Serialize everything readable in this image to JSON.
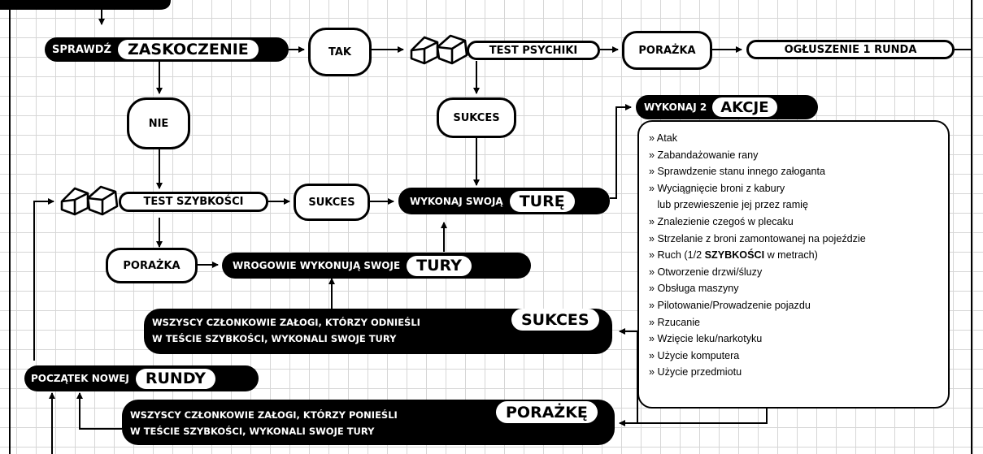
{
  "colors": {
    "ink": "#000000",
    "paper": "#ffffff",
    "grid": "#d6d6d6"
  },
  "top": {
    "check_label": "SPRAWDŹ",
    "surprise": "ZASKOCZENIE",
    "yes": "TAK",
    "no": "NIE",
    "psyche_test": "TEST PSYCHIKI",
    "psyche_fail": "PORAŻKA",
    "stun": "OGŁUSZENIE 1 RUNDA",
    "psyche_success": "SUKCES"
  },
  "middle": {
    "speed_test": "TEST SZYBKOŚCI",
    "speed_success": "SUKCES",
    "take_turn_label": "WYKONAJ SWOJĄ",
    "take_turn_word": "TURĘ",
    "speed_fail": "PORAŻKA",
    "enemies_label": "WROGOWIE WYKONUJĄ SWOJE",
    "enemies_word": "TURY",
    "crew_success_line1": "WSZYSCY CZŁONKOWIE ZAŁOGI, KTÓRZY ODNIEŚLI",
    "crew_success_line2": "W TEŚCIE SZYBKOŚCI, WYKONALI SWOJE TURY",
    "crew_success_word": "SUKCES",
    "new_round_label": "POCZĄTEK NOWEJ",
    "new_round_word": "RUNDY",
    "crew_fail_line1": "WSZYSCY CZŁONKOWIE ZAŁOGI, KTÓRZY PONIEŚLI",
    "crew_fail_line2": "W TEŚCIE SZYBKOŚCI, WYKONALI SWOJE TURY",
    "crew_fail_word": "PORAŻKĘ"
  },
  "actions": {
    "header_label": "WYKONAJ 2",
    "header_word": "AKCJE",
    "items": [
      "» Atak",
      "» Zabandażowanie rany",
      "» Sprawdzenie stanu innego załoganta",
      "» Wyciągnięcie broni z kabury",
      "   lub przewieszenie jej przez ramię",
      "» Znalezienie czegoś w plecaku",
      "» Strzelanie z broni zamontowanej na pojeździe",
      "» Otworzenie drzwi/śluzy",
      "» Obsługa maszyny",
      "» Pilotowanie/Prowadzenie pojazdu",
      "» Rzucanie",
      "» Wzięcie leku/narkotyku",
      "» Użycie komputera",
      "» Użycie przedmiotu"
    ],
    "movement": {
      "prefix": "» Ruch (1/2 ",
      "bold": "SZYBKOŚCI",
      "suffix": " w metrach)"
    }
  }
}
